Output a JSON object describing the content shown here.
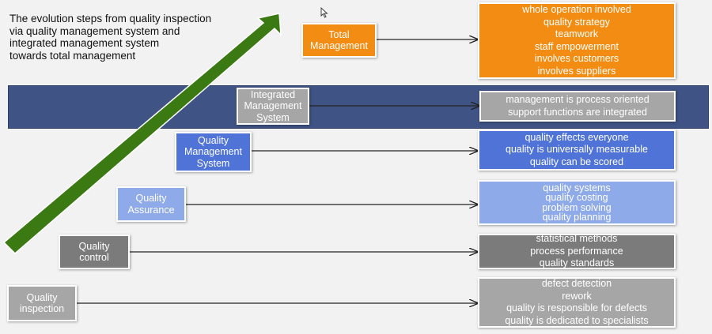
{
  "intro_text": [
    "The evolution steps from quality inspection",
    "via quality management system and",
    "integrated management system",
    "towards total management"
  ],
  "stages": [
    {
      "id": "total-management",
      "label": [
        "Total",
        "Management"
      ],
      "color": "#f28c12",
      "description": [
        "whole operation involved",
        "quality strategy",
        "teamwork",
        "staff empowerment",
        "involves customers",
        "involves suppliers"
      ],
      "desc_color": "#f28c12"
    },
    {
      "id": "integrated-management-system",
      "label": [
        "Integrated",
        "Management",
        "System"
      ],
      "color": "#a6a6a6",
      "description": [
        "management is process oriented",
        "support functions are integrated"
      ],
      "desc_color": "#a6a6a6"
    },
    {
      "id": "quality-management-system",
      "label": [
        "Quality",
        "Management",
        "System"
      ],
      "color": "#4f73d6",
      "description": [
        "quality effects everyone",
        "quality is universally measurable",
        "quality can be scored"
      ],
      "desc_color": "#4f73d6"
    },
    {
      "id": "quality-assurance",
      "label": [
        "Quality",
        "Assurance"
      ],
      "color": "#8eaae8",
      "description": [
        "quality systems",
        "quality costing",
        "problem solving",
        "quality planning"
      ],
      "desc_color": "#8eaae8"
    },
    {
      "id": "quality-control",
      "label": [
        "Quality",
        "control"
      ],
      "color": "#7b7b7b",
      "description": [
        "statistical methods",
        "process performance",
        "quality standards"
      ],
      "desc_color": "#7b7b7b"
    },
    {
      "id": "quality-inspection",
      "label": [
        "Quality",
        "inspection"
      ],
      "color": "#a6a6a6",
      "description": [
        "defect detection",
        "rework",
        "quality is responsible for defects",
        "quality is dedicated to specialists"
      ],
      "desc_color": "#a6a6a6"
    }
  ],
  "colors": {
    "band": "#3f5384",
    "arrow_fill": "#3b7a12",
    "arrow_stroke": "#ffffff",
    "connector": "#222222"
  }
}
